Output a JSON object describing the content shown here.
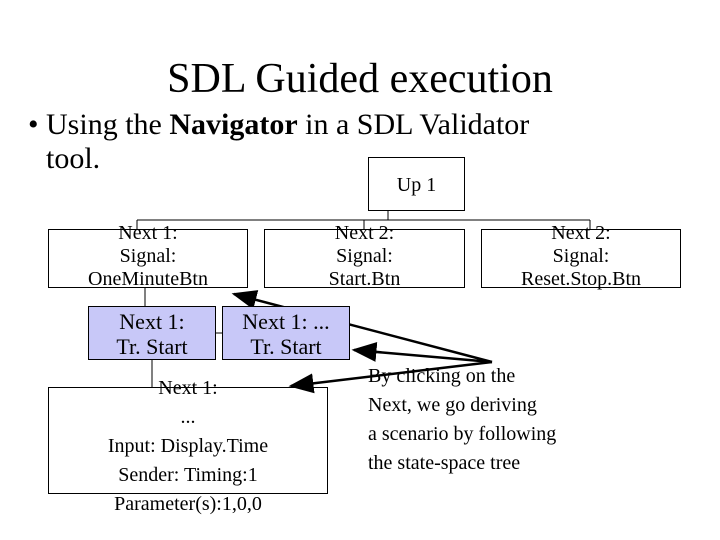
{
  "title": "SDL Guided execution",
  "bullet": {
    "marker": "•",
    "pre": "Using the ",
    "bold": "Navigator",
    "post": " in a SDL Validator",
    "line2": "tool."
  },
  "tree": {
    "root": "Up 1",
    "nodes": [
      {
        "lines": [
          "Next 1:",
          "Signal:",
          "OneMinuteBtn"
        ]
      },
      {
        "lines": [
          "Next 2:",
          "Signal:",
          "Start.Btn"
        ]
      },
      {
        "lines": [
          "Next 2:",
          "Signal:",
          "Reset.Stop.Btn"
        ]
      }
    ],
    "transition_back": {
      "lines": [
        "Next 1: ...",
        "Tr. Start"
      ]
    },
    "transition_front": {
      "lines": [
        "Next 1:",
        "Tr. Start"
      ]
    },
    "detail": {
      "lines": [
        "Next 1:",
        "...",
        "Input: Display.Time",
        "Sender: Timing:1",
        "Parameter(s):1,0,0"
      ]
    },
    "transition_fill": "#c8c8f8"
  },
  "note": {
    "lines": [
      "By clicking on the",
      "Next, we go deriving",
      "a scenario by following",
      "the state-space tree"
    ]
  }
}
